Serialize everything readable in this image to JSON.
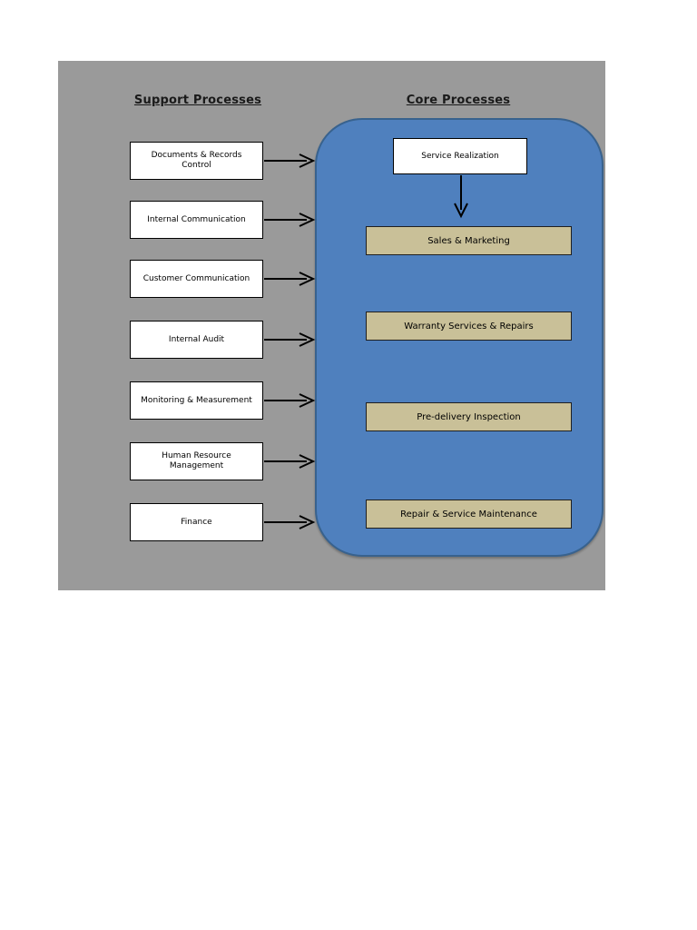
{
  "diagram": {
    "support": {
      "title": "Support Processes",
      "items": [
        {
          "label": "Documents & Records\nControl"
        },
        {
          "label": "Internal Communication"
        },
        {
          "label": "Customer Communication"
        },
        {
          "label": "Internal Audit"
        },
        {
          "label": "Monitoring & Measurement"
        },
        {
          "label": "Human Resource\nManagement"
        },
        {
          "label": "Finance"
        }
      ]
    },
    "core": {
      "title": "Core Processes",
      "entry": {
        "label": "Service Realization"
      },
      "items": [
        {
          "label": "Sales & Marketing"
        },
        {
          "label": "Warranty Services & Repairs"
        },
        {
          "label": "Pre-delivery Inspection"
        },
        {
          "label": "Repair & Service Maintenance"
        }
      ]
    },
    "colors": {
      "page_background": "#ffffff",
      "diagram_background": "#9a9a9a",
      "core_panel_fill": "#4f80be",
      "core_panel_border": "#38628e",
      "support_box_fill": "#ffffff",
      "core_box_fill": "#c9c098",
      "box_border": "#000000",
      "arrow": "#000000",
      "heading_text": "#1a1a1a"
    }
  }
}
